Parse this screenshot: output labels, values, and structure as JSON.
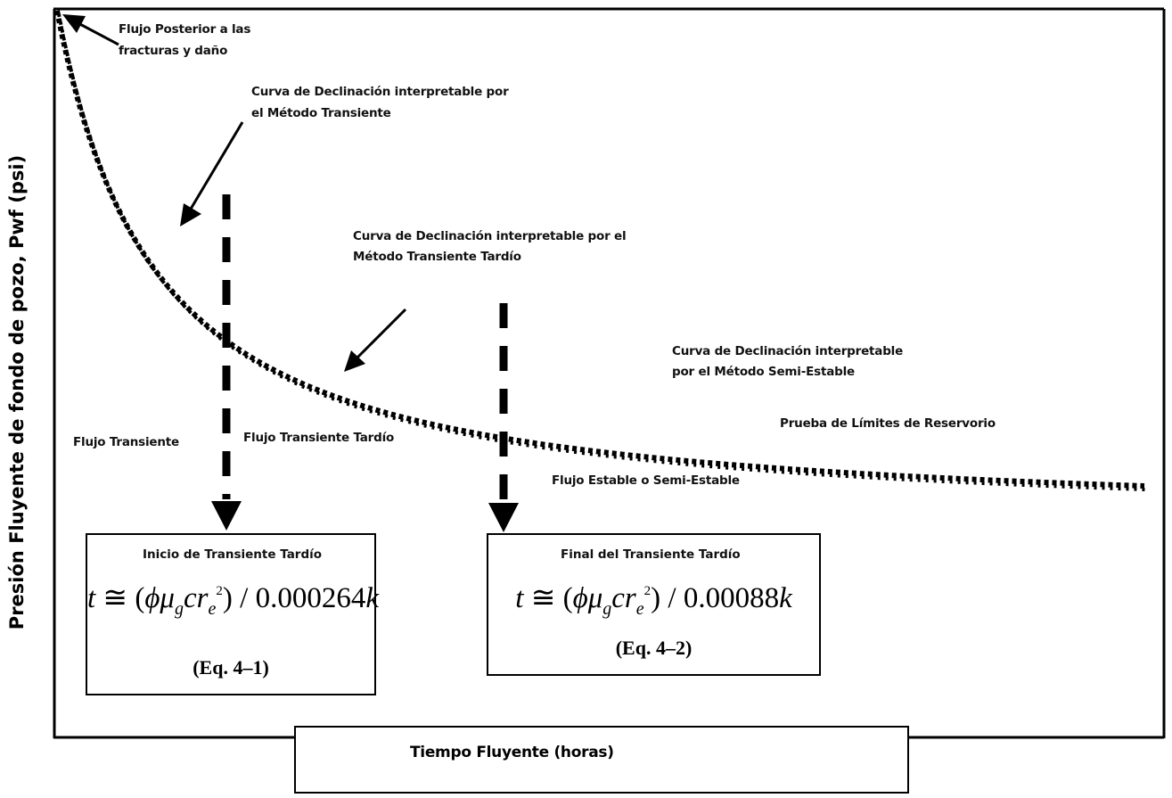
{
  "diagram": {
    "y_axis_label": "Presión Fluyente de fondo de pozo, Pwf (psi)",
    "x_axis_label": "Tiempo Fluyente (horas)",
    "x_axis_arrow_icon": "right-arrow-icon",
    "curve": {
      "description": "Declining flowing bottomhole pressure vs. flowing time (dotted curve)",
      "style": "dotted",
      "color": "#000000"
    },
    "annotations": {
      "post_fracture_flow": [
        "Flujo Posterior a las",
        "fracturas y daño"
      ],
      "transient_method": [
        "Curva de Declinación interpretable por",
        "el Método Transiente"
      ],
      "late_transient_method": [
        "Curva de Declinación interpretable por el",
        "Método Transiente Tardío"
      ],
      "semi_stable_method": [
        "Curva de Declinación interpretable",
        "por el Método Semi-Estable"
      ],
      "reservoir_limits": "Prueba de Límites de Reservorio"
    },
    "regions": {
      "transient": "Flujo Transiente",
      "late_transient": "Flujo Transiente Tardío",
      "stable": "Flujo Estable o Semi-Estable"
    },
    "boundaries": [
      {
        "name": "start-late-transient",
        "title": "Inicio de Transiente Tardío",
        "formula_constant": "0.000264",
        "equation_number": "(Eq. 4–1)"
      },
      {
        "name": "end-late-transient",
        "title": "Final del Transiente Tardío",
        "formula_constant": "0.00088",
        "equation_number": "(Eq. 4–2)"
      }
    ],
    "formula_parts": {
      "t": "t",
      "approx": "≅",
      "open": "(",
      "phi": "ϕ",
      "mu": "μ",
      "mu_sub": "g",
      "c": "c",
      "r": "r",
      "r_sub": "e",
      "r_sup": "2",
      "close": ")",
      "slash": " / ",
      "k": "k"
    }
  }
}
